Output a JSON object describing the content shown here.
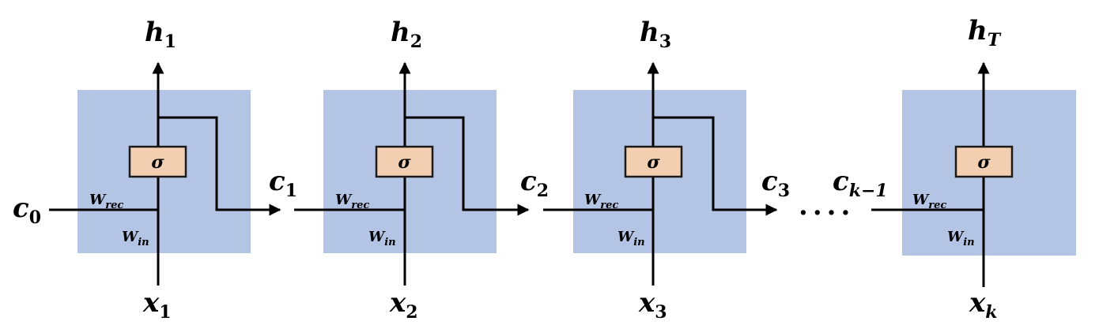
{
  "diagram": {
    "cells": [
      {
        "output": "h",
        "output_sub": "1",
        "input": "x",
        "input_sub": "1",
        "gate": "σ",
        "w_rec": "W",
        "w_rec_sub": "rec",
        "w_in": "W",
        "w_in_sub": "in"
      },
      {
        "output": "h",
        "output_sub": "2",
        "input": "x",
        "input_sub": "2",
        "gate": "σ",
        "w_rec": "W",
        "w_rec_sub": "rec",
        "w_in": "W",
        "w_in_sub": "in"
      },
      {
        "output": "h",
        "output_sub": "3",
        "input": "x",
        "input_sub": "3",
        "gate": "σ",
        "w_rec": "W",
        "w_rec_sub": "rec",
        "w_in": "W",
        "w_in_sub": "in"
      },
      {
        "output": "h",
        "output_sub": "T",
        "input": "x",
        "input_sub": "k",
        "gate": "σ",
        "w_rec": "W",
        "w_rec_sub": "rec",
        "w_in": "W",
        "w_in_sub": "in"
      }
    ],
    "states": [
      {
        "name": "c",
        "sub": "0"
      },
      {
        "name": "c",
        "sub": "1"
      },
      {
        "name": "c",
        "sub": "2"
      },
      {
        "name": "c",
        "sub": "3"
      },
      {
        "name": "c",
        "sub": "k−1"
      }
    ],
    "ellipsis": "....",
    "colors": {
      "cell": "#b4c4e4",
      "gate": "#f3cfb1",
      "line": "#000000"
    }
  }
}
